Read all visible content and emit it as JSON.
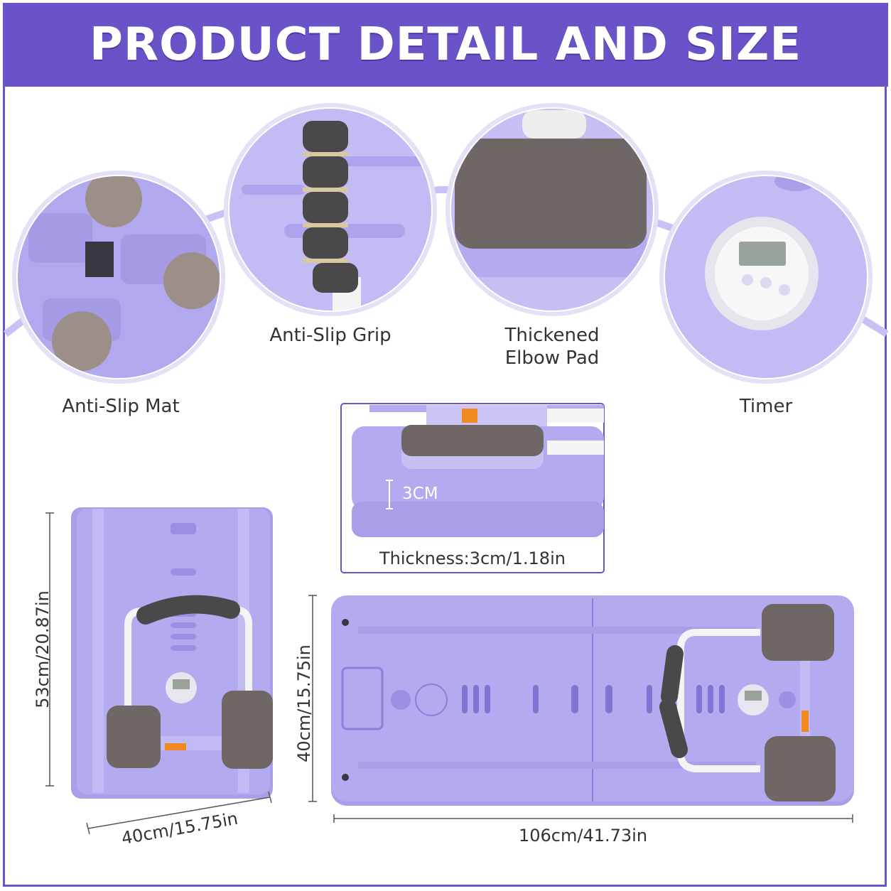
{
  "header": {
    "title": "PRODUCT DETAIL AND SIZE"
  },
  "features": [
    {
      "label": "Anti-Slip Mat"
    },
    {
      "label": "Anti-Slip Grip"
    },
    {
      "label_line1": "Thickened",
      "label_line2": "Elbow Pad"
    },
    {
      "label": "Timer"
    }
  ],
  "thickness": {
    "marker": "3CM",
    "caption": "Thickness:3cm/1.18in"
  },
  "dimensions": {
    "folded_height": "53cm/20.87in",
    "folded_width": "40cm/15.75in",
    "open_width": "40cm/15.75in",
    "open_length": "106cm/41.73in"
  },
  "colors": {
    "brand": "#6a52c9",
    "board": "#b4aaf0",
    "pad": "#6f6765",
    "foam": "#4a4848"
  }
}
